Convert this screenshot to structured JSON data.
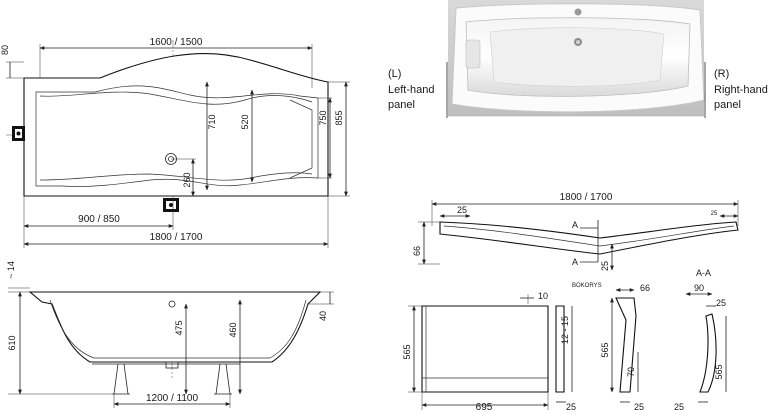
{
  "top_view": {
    "dim_length_top": "1600 / 1500",
    "dim_length_bottom": "1800 / 1700",
    "dim_half_length": "900 / 850",
    "dim_rim": "80",
    "dim_inner_height_710": "710",
    "dim_inner_height_520": "520",
    "dim_drain_offset": "260",
    "dim_width_750": "750",
    "dim_width_855": "855"
  },
  "side_view": {
    "dim_14": "~ 14",
    "dim_610": "610",
    "dim_475": "475",
    "dim_460": "460",
    "dim_40": "40",
    "dim_legs": "1200 / 1100"
  },
  "photo_labels": {
    "left_code": "(L)",
    "left_line1": "Left-hand",
    "left_line2": "panel",
    "right_code": "(R)",
    "right_line1": "Right-hand",
    "right_line2": "panel"
  },
  "front_panel": {
    "dim_length": "1800 / 1700",
    "dim_25_left": "25",
    "dim_25_right": "25",
    "dim_66": "66",
    "dim_25_center": "25",
    "section_mark_top": "A",
    "section_mark_bottom": "A"
  },
  "end_panel": {
    "dim_10": "10",
    "dim_565": "565",
    "dim_695": "695",
    "dim_12_15": "12 - 15",
    "dim_25": "25",
    "side_view_title": "BOKORYS",
    "side_dim_66": "66",
    "side_dim_565": "565",
    "side_dim_70": "70",
    "side_dim_25": "25",
    "section_title": "A-A",
    "section_dim_90": "90",
    "section_dim_25_top": "25",
    "section_dim_565": "565",
    "section_dim_25_bottom": "25"
  }
}
